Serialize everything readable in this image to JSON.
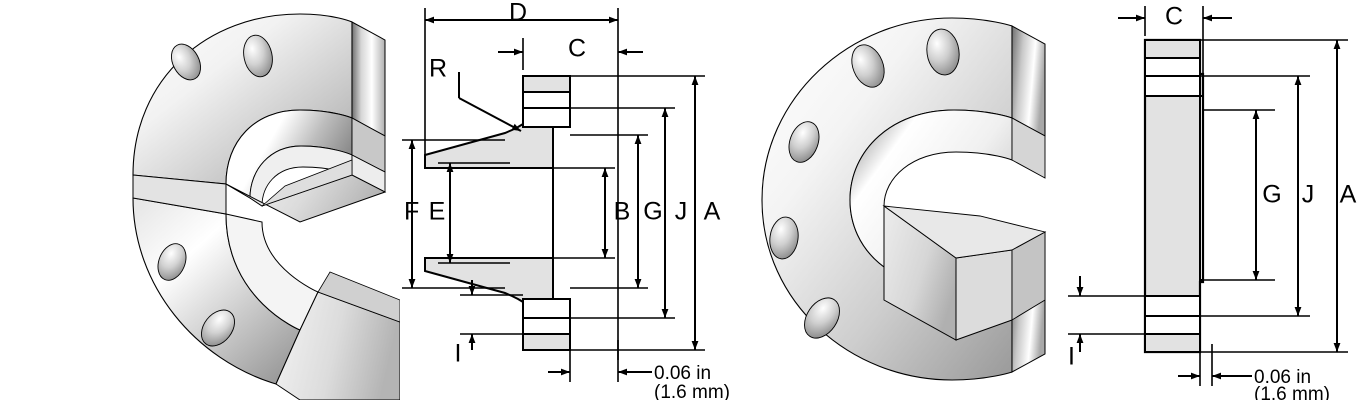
{
  "figure": {
    "title_visible": false,
    "colors": {
      "line": "#000000",
      "section_fill": "#e0e0e0",
      "cavity_fill": "#ffffff",
      "page_background": "#ffffff",
      "metal_light": "#ffffff",
      "metal_mid": "#d8d8d8",
      "metal_dark": "#8e8e8e"
    }
  },
  "panels": [
    {
      "id": "weldneck-3d",
      "kind": "3d-render",
      "name": "weld-neck-flange-cutaway",
      "caption": ""
    },
    {
      "id": "weldneck-xs",
      "kind": "cross-section",
      "name": "weld-neck-flange-cross-section",
      "dimension_labels": [
        "D",
        "C",
        "R",
        "F",
        "E",
        "B",
        "G",
        "J",
        "A",
        "I"
      ],
      "notes": [
        {
          "line1": "0.06 in",
          "line2": "(1.6 mm)"
        }
      ]
    },
    {
      "id": "blind-3d",
      "kind": "3d-render",
      "name": "blind-flange-cutaway",
      "caption": ""
    },
    {
      "id": "blind-xs",
      "kind": "cross-section",
      "name": "blind-flange-cross-section",
      "dimension_labels": [
        "C",
        "G",
        "J",
        "A",
        "I"
      ],
      "notes": [
        {
          "line1": "0.06 in",
          "line2": "(1.6 mm)"
        }
      ]
    }
  ],
  "weldneck_cross_section": {
    "labels": {
      "D": "D",
      "C": "C",
      "R": "R",
      "F": "F",
      "E": "E",
      "B": "B",
      "G": "G",
      "J": "J",
      "A": "A",
      "I": "I"
    },
    "note": {
      "imperial": "0.06 in",
      "metric": "(1.6 mm)"
    }
  },
  "blind_cross_section": {
    "labels": {
      "C": "C",
      "G": "G",
      "J": "J",
      "A": "A",
      "I": "I"
    },
    "note": {
      "imperial": "0.06 in",
      "metric": "(1.6 mm)"
    }
  }
}
